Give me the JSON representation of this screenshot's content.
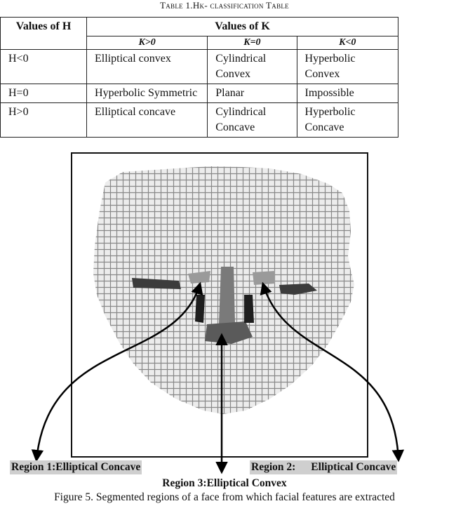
{
  "table": {
    "caption": "Table 1.Hk- classification Table",
    "header_h": "Values of H",
    "header_k": "Values of K",
    "sub_headers": [
      "K>0",
      "K=0",
      "K<0"
    ],
    "rows": [
      {
        "h": "H<0",
        "c1": "Elliptical convex",
        "c2": "Cylindrical Convex",
        "c3": "Hyperbolic Convex"
      },
      {
        "h": "H=0",
        "c1": "Hyperbolic Symmetric",
        "c2": "Planar",
        "c3": "Impossible"
      },
      {
        "h": "H>0",
        "c1": "Elliptical concave",
        "c2": "Cylindrical Concave",
        "c3": "Hyperbolic Concave"
      }
    ]
  },
  "figure": {
    "region1": "Region 1:Elliptical Concave",
    "region2_a": "Region 2:",
    "region2_b": "Elliptical Concave",
    "region3": "Region 3:Elliptical Convex",
    "caption": "Figure 5. Segmented regions of a face from which facial features are extracted",
    "colors": {
      "mesh": "#8a8a8a",
      "region_dark": "#3c3c3c",
      "region_mid": "#7c7c7c",
      "region_light": "#a5a5a5",
      "label_bg": "#cfcfcf"
    }
  }
}
